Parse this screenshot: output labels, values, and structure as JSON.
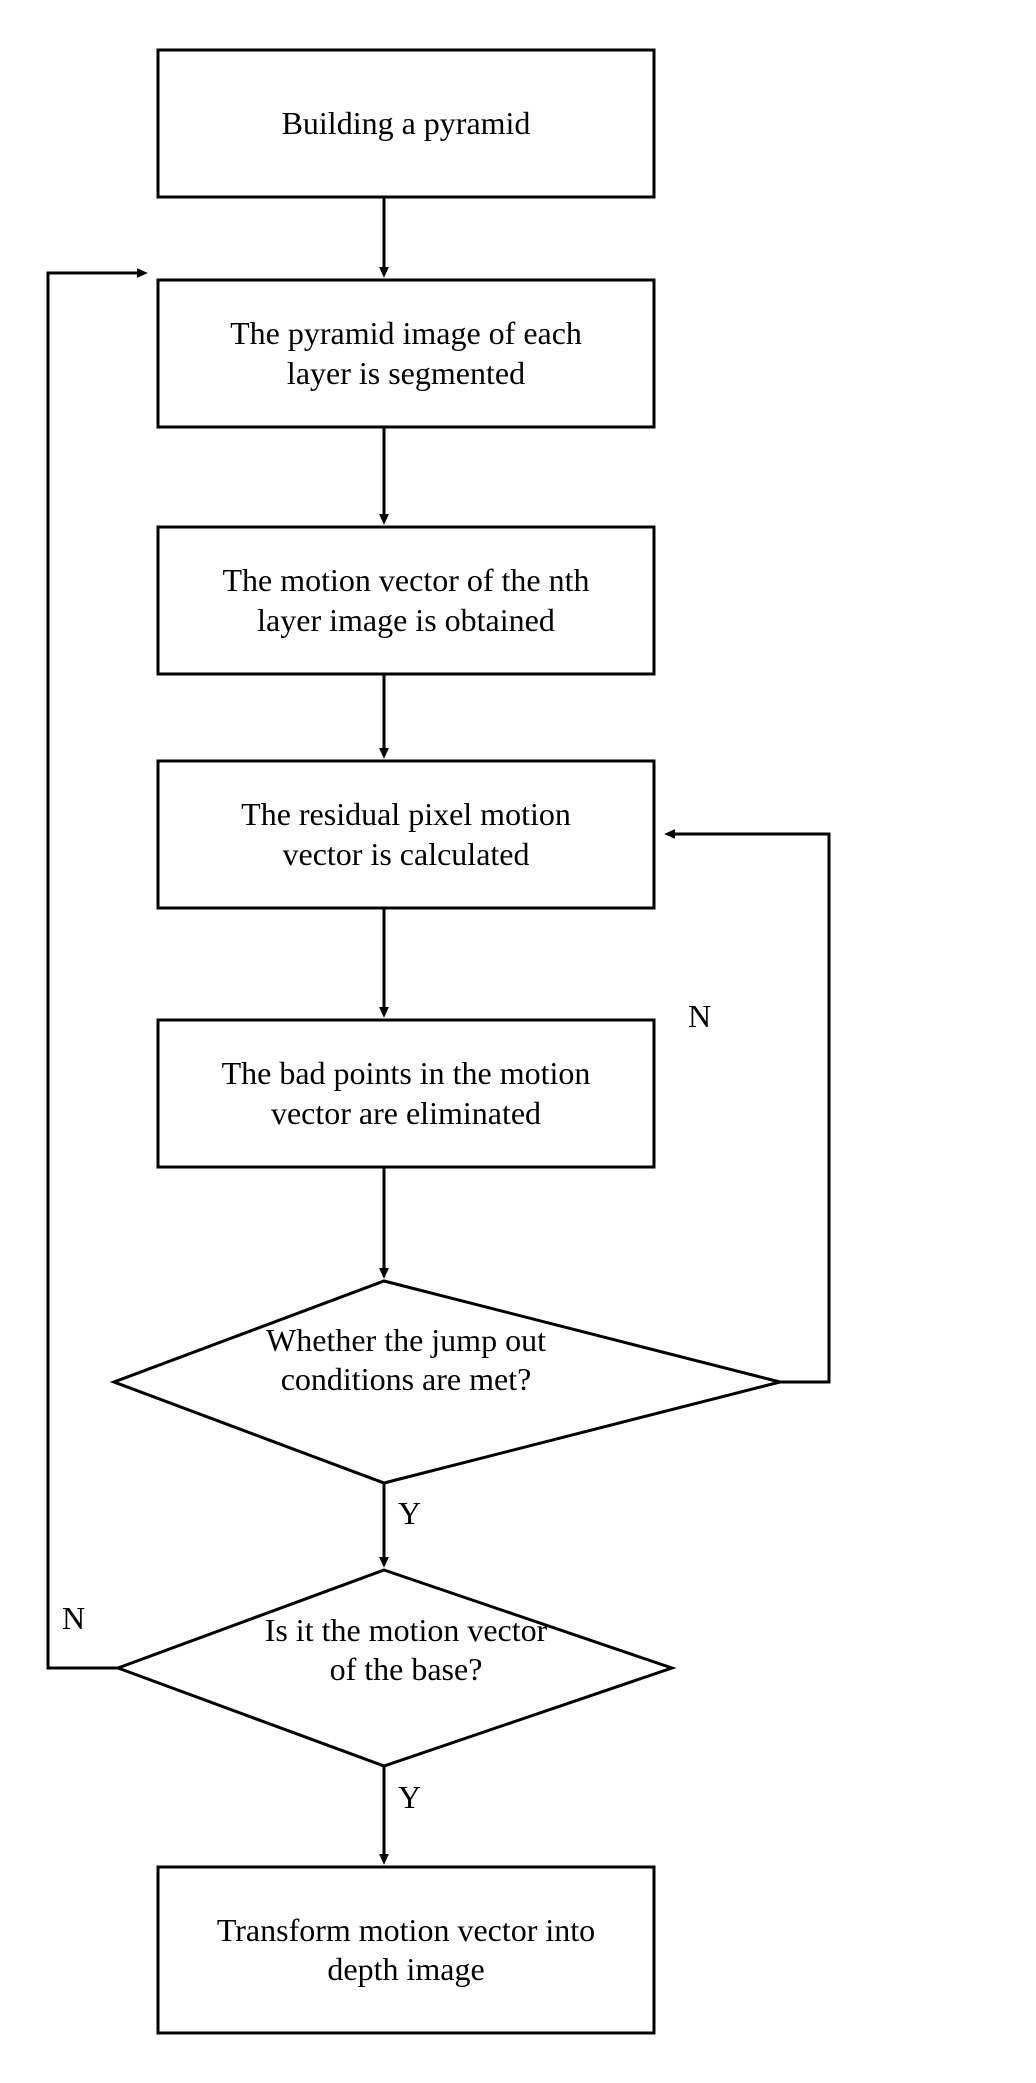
{
  "diagram": {
    "type": "flowchart",
    "title": "Pyramid motion-vector depth estimation flowchart",
    "background_color": "#ffffff",
    "line_color": "#000000",
    "text_color": "#000000",
    "nodes": [
      {
        "id": "n1",
        "shape": "process",
        "text": "Building a pyramid"
      },
      {
        "id": "n2",
        "shape": "process",
        "text": "The pyramid image of each\nlayer is segmented"
      },
      {
        "id": "n3",
        "shape": "process",
        "text": "The motion vector of the nth\nlayer image is obtained"
      },
      {
        "id": "n4",
        "shape": "process",
        "text": "The residual pixel motion\nvector is calculated"
      },
      {
        "id": "n5",
        "shape": "process",
        "text": "The bad points in the motion\nvector are eliminated"
      },
      {
        "id": "d1",
        "shape": "decision",
        "text": "Whether the jump out\nconditions are met?"
      },
      {
        "id": "d2",
        "shape": "decision",
        "text": "Is it the motion vector\nof the base?"
      },
      {
        "id": "n6",
        "shape": "process",
        "text": "Transform motion vector into\ndepth image"
      }
    ],
    "edge_labels": {
      "d1_no": "N",
      "d1_yes": "Y",
      "d2_no": "N",
      "d2_yes": "Y"
    }
  }
}
